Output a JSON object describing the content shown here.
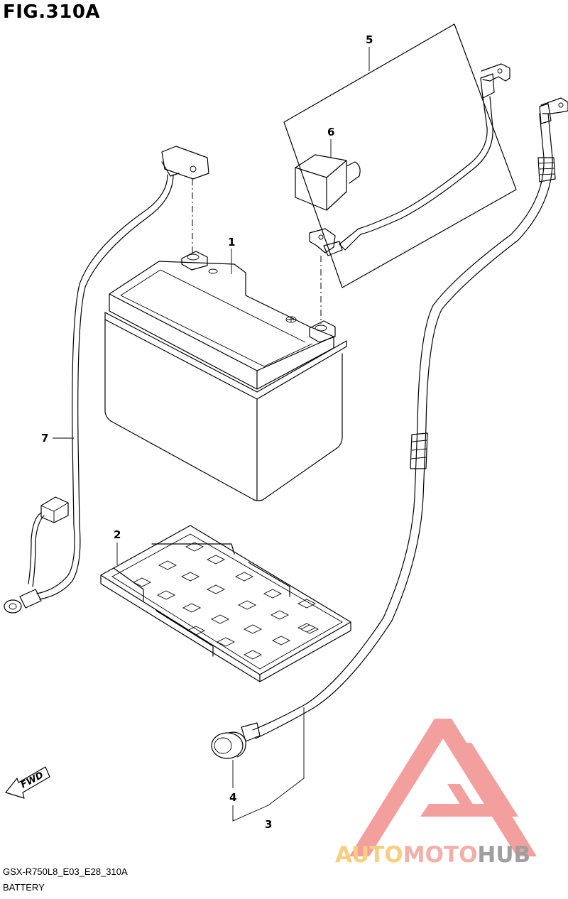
{
  "figure": {
    "title": "FIG.310A",
    "model_code": "GSX-R750L8_E03_E28_310A",
    "section": "BATTERY",
    "fwd_label": "FWD"
  },
  "callouts": {
    "c1": "1",
    "c2": "2",
    "c3": "3",
    "c4": "4",
    "c5": "5",
    "c6": "6",
    "c7": "7"
  },
  "watermark": {
    "part1": "AUTO",
    "part2": "MOTO",
    "part3": "HUB",
    "color_auto": "#f7c66a",
    "color_moto": "#f4a09a",
    "color_hub": "#8f8f8f",
    "color_logo": "#f08f8c"
  }
}
